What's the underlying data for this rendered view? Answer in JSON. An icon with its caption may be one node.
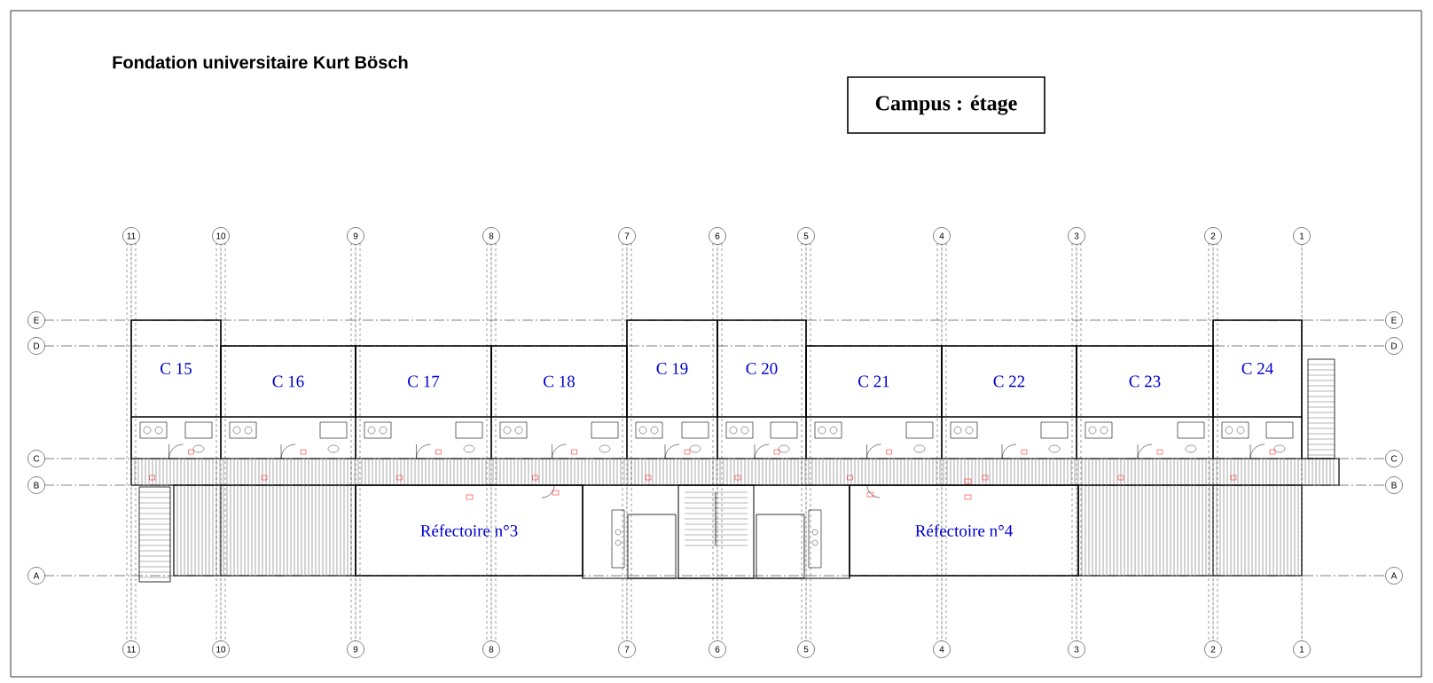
{
  "diagram": {
    "title": "Fondation universitaire Kurt Bösch",
    "nodes": [
      {
        "text": [
          "Campus : étage"
        ]
      },
      {
        "text": [
          "C 15"
        ]
      },
      {
        "text": [
          "C 16"
        ]
      },
      {
        "text": [
          "C 17"
        ]
      },
      {
        "text": [
          "C 18"
        ]
      },
      {
        "text": [
          "C 19"
        ]
      },
      {
        "text": [
          "C 20"
        ]
      },
      {
        "text": [
          "C 21"
        ]
      },
      {
        "text": [
          "C 22"
        ]
      },
      {
        "text": [
          "C 23"
        ]
      },
      {
        "text": [
          "C 24"
        ]
      },
      {
        "text": [
          "Réfectoire n°3"
        ]
      },
      {
        "text": [
          "Réfectoire n°4"
        ]
      }
    ],
    "labels": [
      "11",
      "10",
      "9",
      "8",
      "7",
      "6",
      "5",
      "4",
      "3",
      "2",
      "1",
      "E",
      "E",
      "D",
      "D",
      "C",
      "C",
      "B",
      "B",
      "A",
      "A",
      "11",
      "10",
      "9",
      "8",
      "7",
      "6",
      "5",
      "4",
      "3",
      "2",
      "1"
    ]
  }
}
